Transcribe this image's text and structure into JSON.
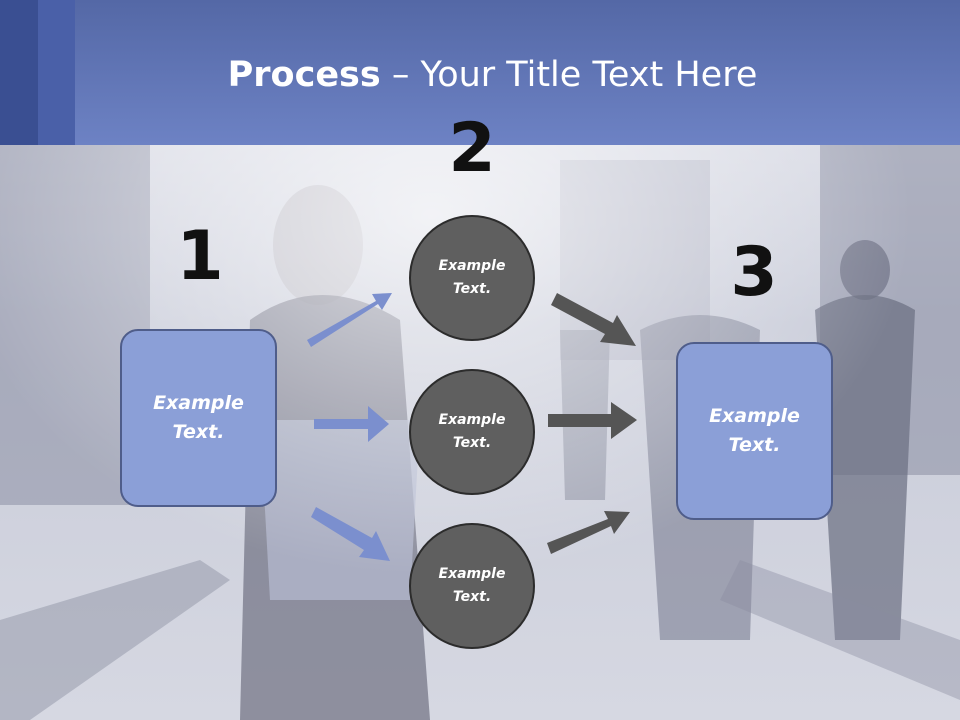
{
  "title": {
    "bold": "Process",
    "rest": " – Your Title Text Here"
  },
  "steps": {
    "one": "1",
    "two": "2",
    "three": "3"
  },
  "left_box": {
    "line1": "Example",
    "line2": "Text."
  },
  "circles": [
    {
      "line1": "Example",
      "line2": "Text."
    },
    {
      "line1": "Example",
      "line2": "Text."
    },
    {
      "line1": "Example",
      "line2": "Text."
    }
  ],
  "right_box": {
    "line1": "Example",
    "line2": "Text."
  },
  "colors": {
    "header": "#6d82c4",
    "box_fill": "#8b9fd7",
    "circle_fill": "#5f5f5f",
    "blue_arrow": "#7b8fce",
    "gray_arrow": "#555555"
  }
}
